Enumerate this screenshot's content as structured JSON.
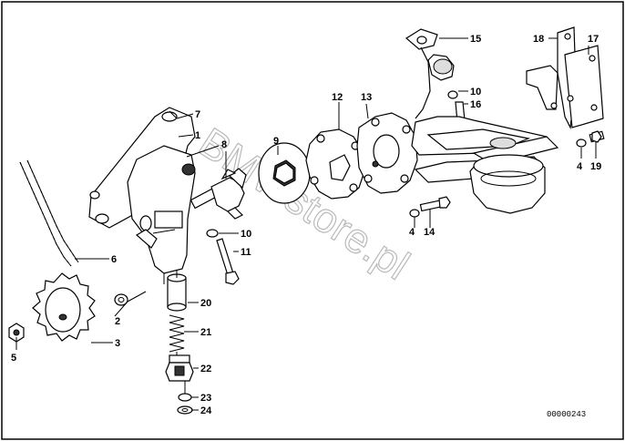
{
  "diagram": {
    "callouts": [
      "1",
      "2",
      "3",
      "4",
      "5",
      "6",
      "7",
      "8",
      "9",
      "10",
      "11",
      "12",
      "13",
      "14",
      "15",
      "16",
      "17",
      "18",
      "19",
      "20",
      "21",
      "22",
      "23",
      "24"
    ],
    "callout_duplicates": {
      "4b": "4",
      "10b": "10"
    },
    "watermark": "BMWstore.pl",
    "drawing_code": "00000243"
  }
}
